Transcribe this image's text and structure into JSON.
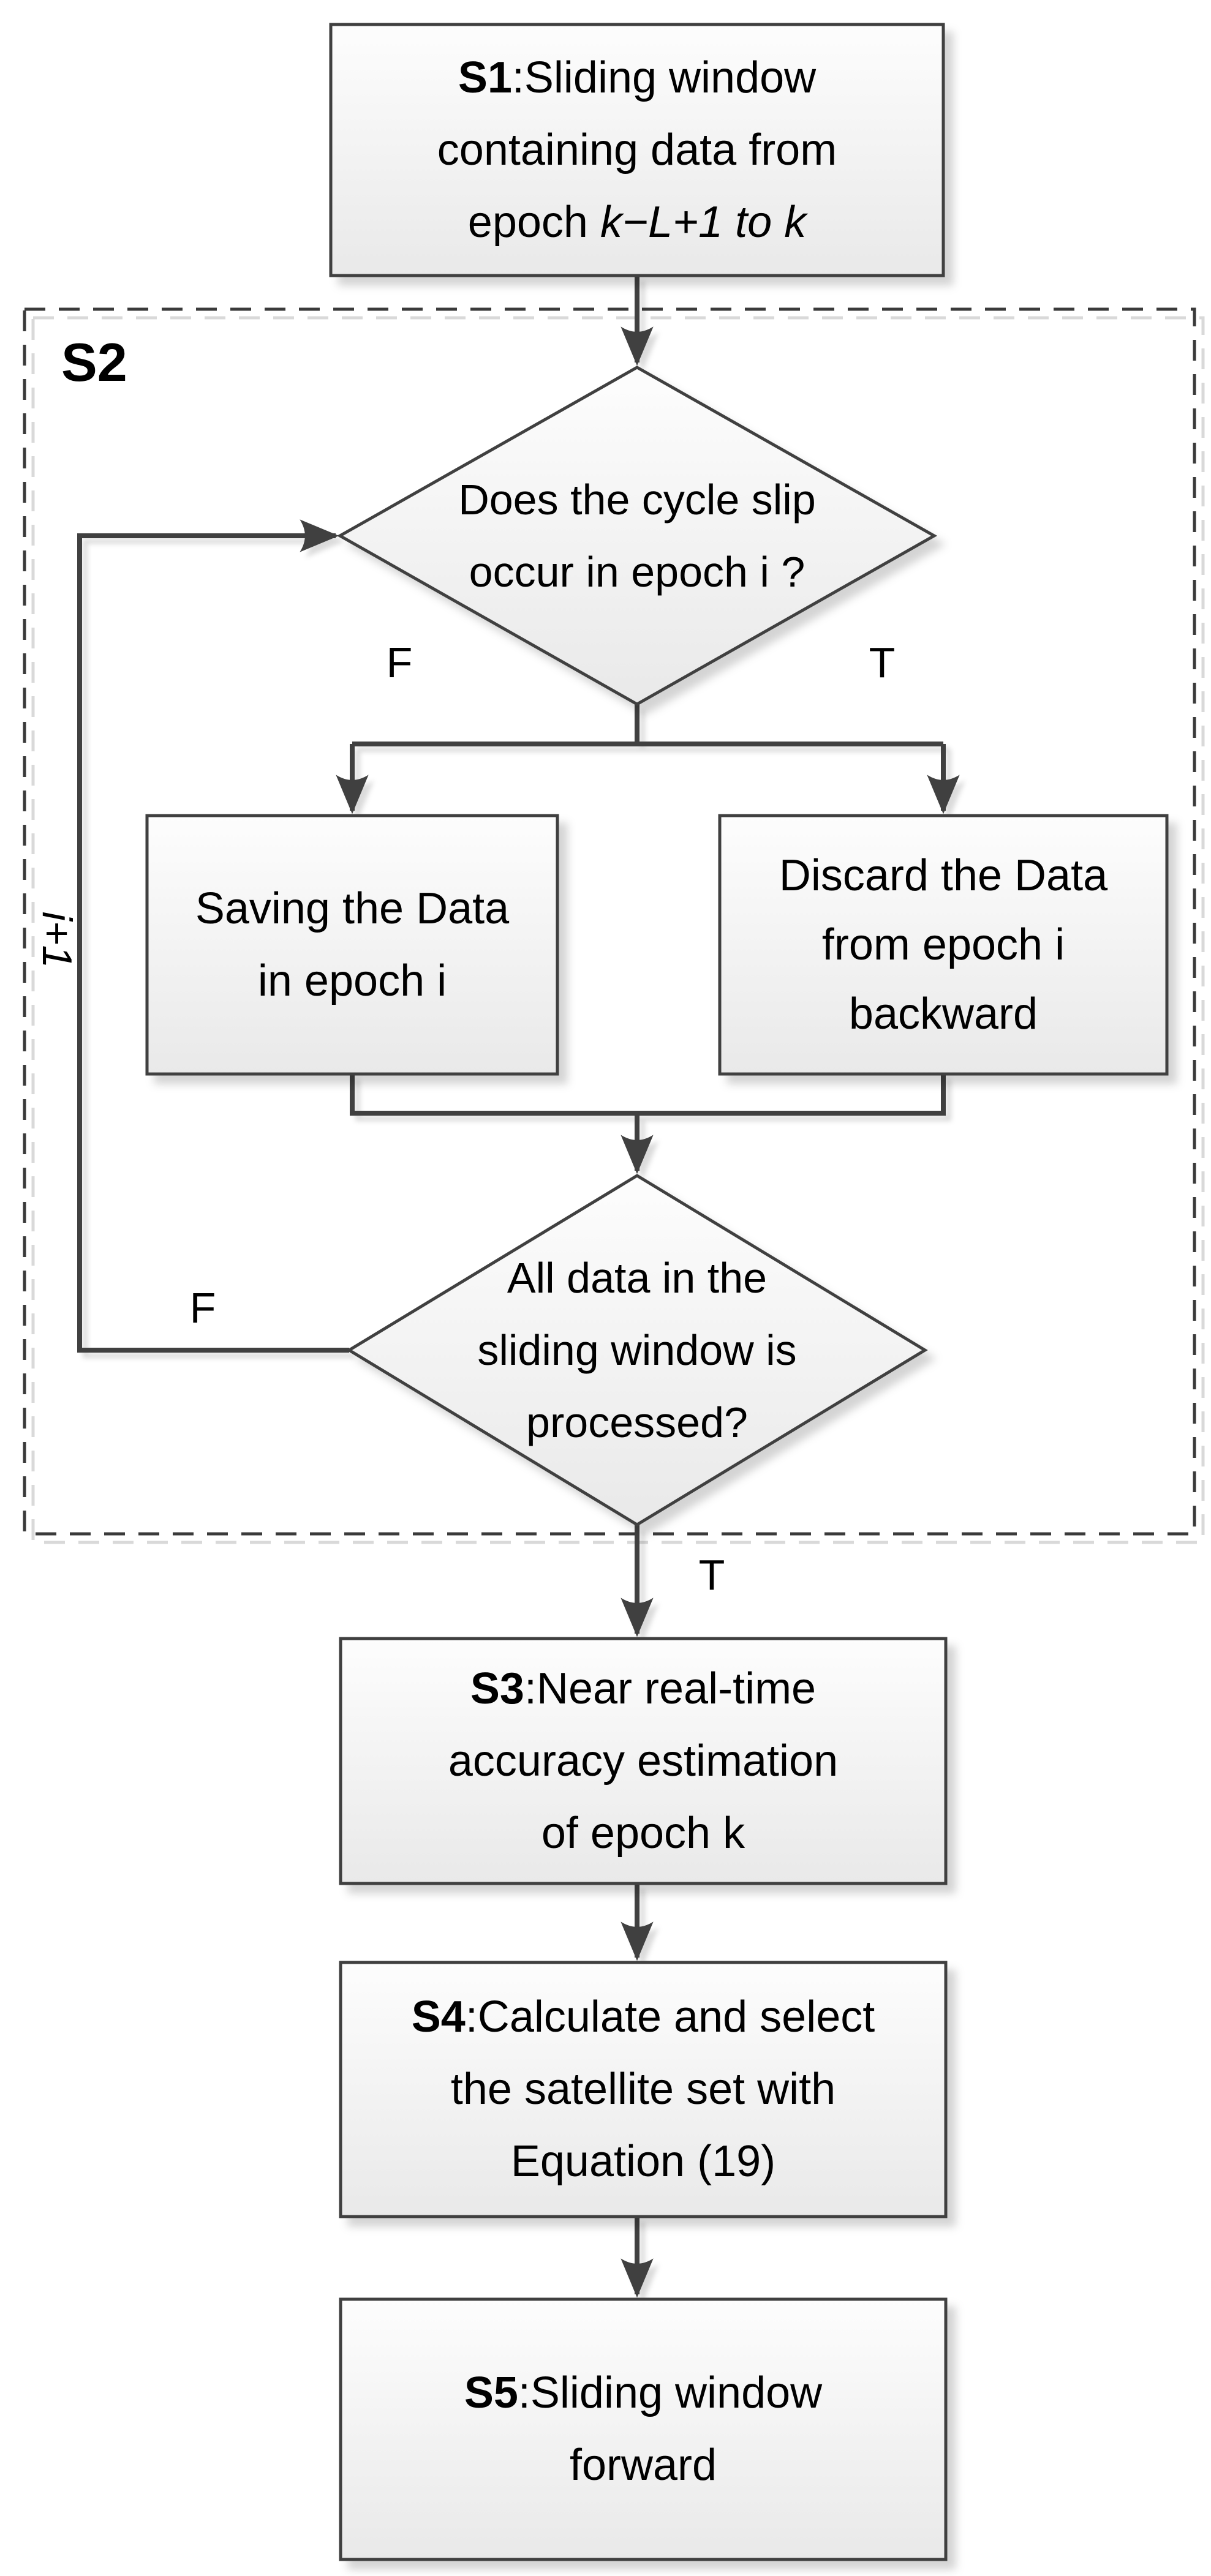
{
  "colors": {
    "line": "#3f3f3f",
    "shape_border": "#404040",
    "text": "#000000",
    "fill_top": "#fdfdfd",
    "fill_bottom": "#e9e9e9",
    "dash": "#3a3a3a",
    "dash_echo": "#d9d9d9",
    "background": "#ffffff"
  },
  "nodes": {
    "s1": {
      "bold": "S1",
      "line1_rest": ":Sliding window",
      "line2": "containing data from",
      "line3_prefix": "epoch ",
      "line3_italic": "k−L+1 to k"
    },
    "s2_region_label": "S2",
    "d1": {
      "line1": "Does the cycle slip",
      "line2": "occur in epoch i ?"
    },
    "save": {
      "line1": "Saving the Data",
      "line2": "in epoch i"
    },
    "discard": {
      "line1": "Discard the Data",
      "line2": "from epoch i",
      "line3": "backward"
    },
    "d2": {
      "line1": "All data in the",
      "line2": "sliding window is",
      "line3": "processed?"
    },
    "s3": {
      "bold": "S3",
      "line1_rest": ":Near real-time",
      "line2": "accuracy estimation",
      "line3": "of epoch k"
    },
    "s4": {
      "bold": "S4",
      "line1_rest": ":Calculate and select",
      "line2": "the satellite set with",
      "line3": "Equation (19)"
    },
    "s5": {
      "bold": "S5",
      "line1_rest": ":Sliding window",
      "line2": "forward"
    }
  },
  "labels": {
    "d1_false": "F",
    "d1_true": "T",
    "d2_false": "F",
    "d2_true": "T",
    "loop_increment": "i+1"
  }
}
